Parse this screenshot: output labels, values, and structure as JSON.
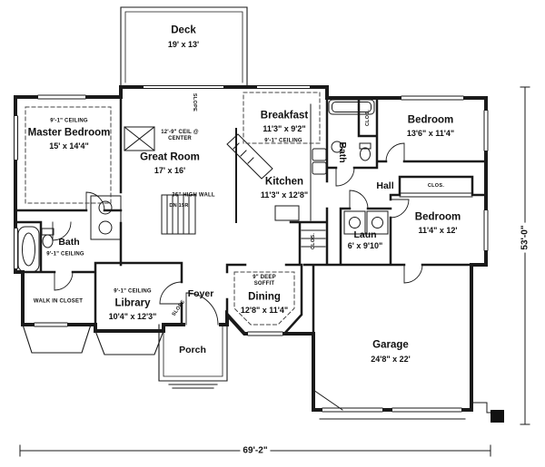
{
  "rooms": {
    "deck": {
      "name": "Deck",
      "size": "19' x 13'"
    },
    "master": {
      "ceiling": "9'-1\" CEILING",
      "name": "Master Bedroom",
      "size": "15' x 14'4\""
    },
    "great": {
      "ceiling": "12'-9\" CEIL @\nCENTER",
      "name": "Great Room",
      "size": "17' x 16'"
    },
    "breakfast": {
      "name": "Breakfast",
      "size": "11'3\" x 9'2\"",
      "ceiling": "9'-1\" CEILING"
    },
    "bedroom1": {
      "name": "Bedroom",
      "size": "13'6\" x 11'4\""
    },
    "bath_right": {
      "name": "Bath"
    },
    "kitchen": {
      "name": "Kitchen",
      "size": "11'3\" x 12'8\""
    },
    "hall": {
      "name": "Hall"
    },
    "bedroom2": {
      "name": "Bedroom",
      "size": "11'4\" x 12'"
    },
    "laundry": {
      "name": "Laun",
      "size": "6' x 9'10\""
    },
    "bath_left": {
      "name": "Bath",
      "ceiling": "9'-1\" CEILING"
    },
    "walkin": {
      "name": "WALK IN CLOSET"
    },
    "library": {
      "ceiling": "9'-1\" CEILING",
      "name": "Library",
      "size": "10'4\" x 12'3\""
    },
    "foyer": {
      "name": "Foyer"
    },
    "dining": {
      "soffit": "9\" DEEP\nSOFFIT",
      "name": "Dining",
      "size": "12'8\" x 11'4\""
    },
    "porch": {
      "name": "Porch"
    },
    "garage": {
      "name": "Garage",
      "size": "24'8\" x 22'"
    }
  },
  "annotations": {
    "high_wall": "36\" HIGH WALL",
    "slope": "SLOPE",
    "closet": "CLOS.",
    "stairs": "DN 15R"
  },
  "dimensions": {
    "width": "69'-2\"",
    "depth": "53'-0\""
  }
}
